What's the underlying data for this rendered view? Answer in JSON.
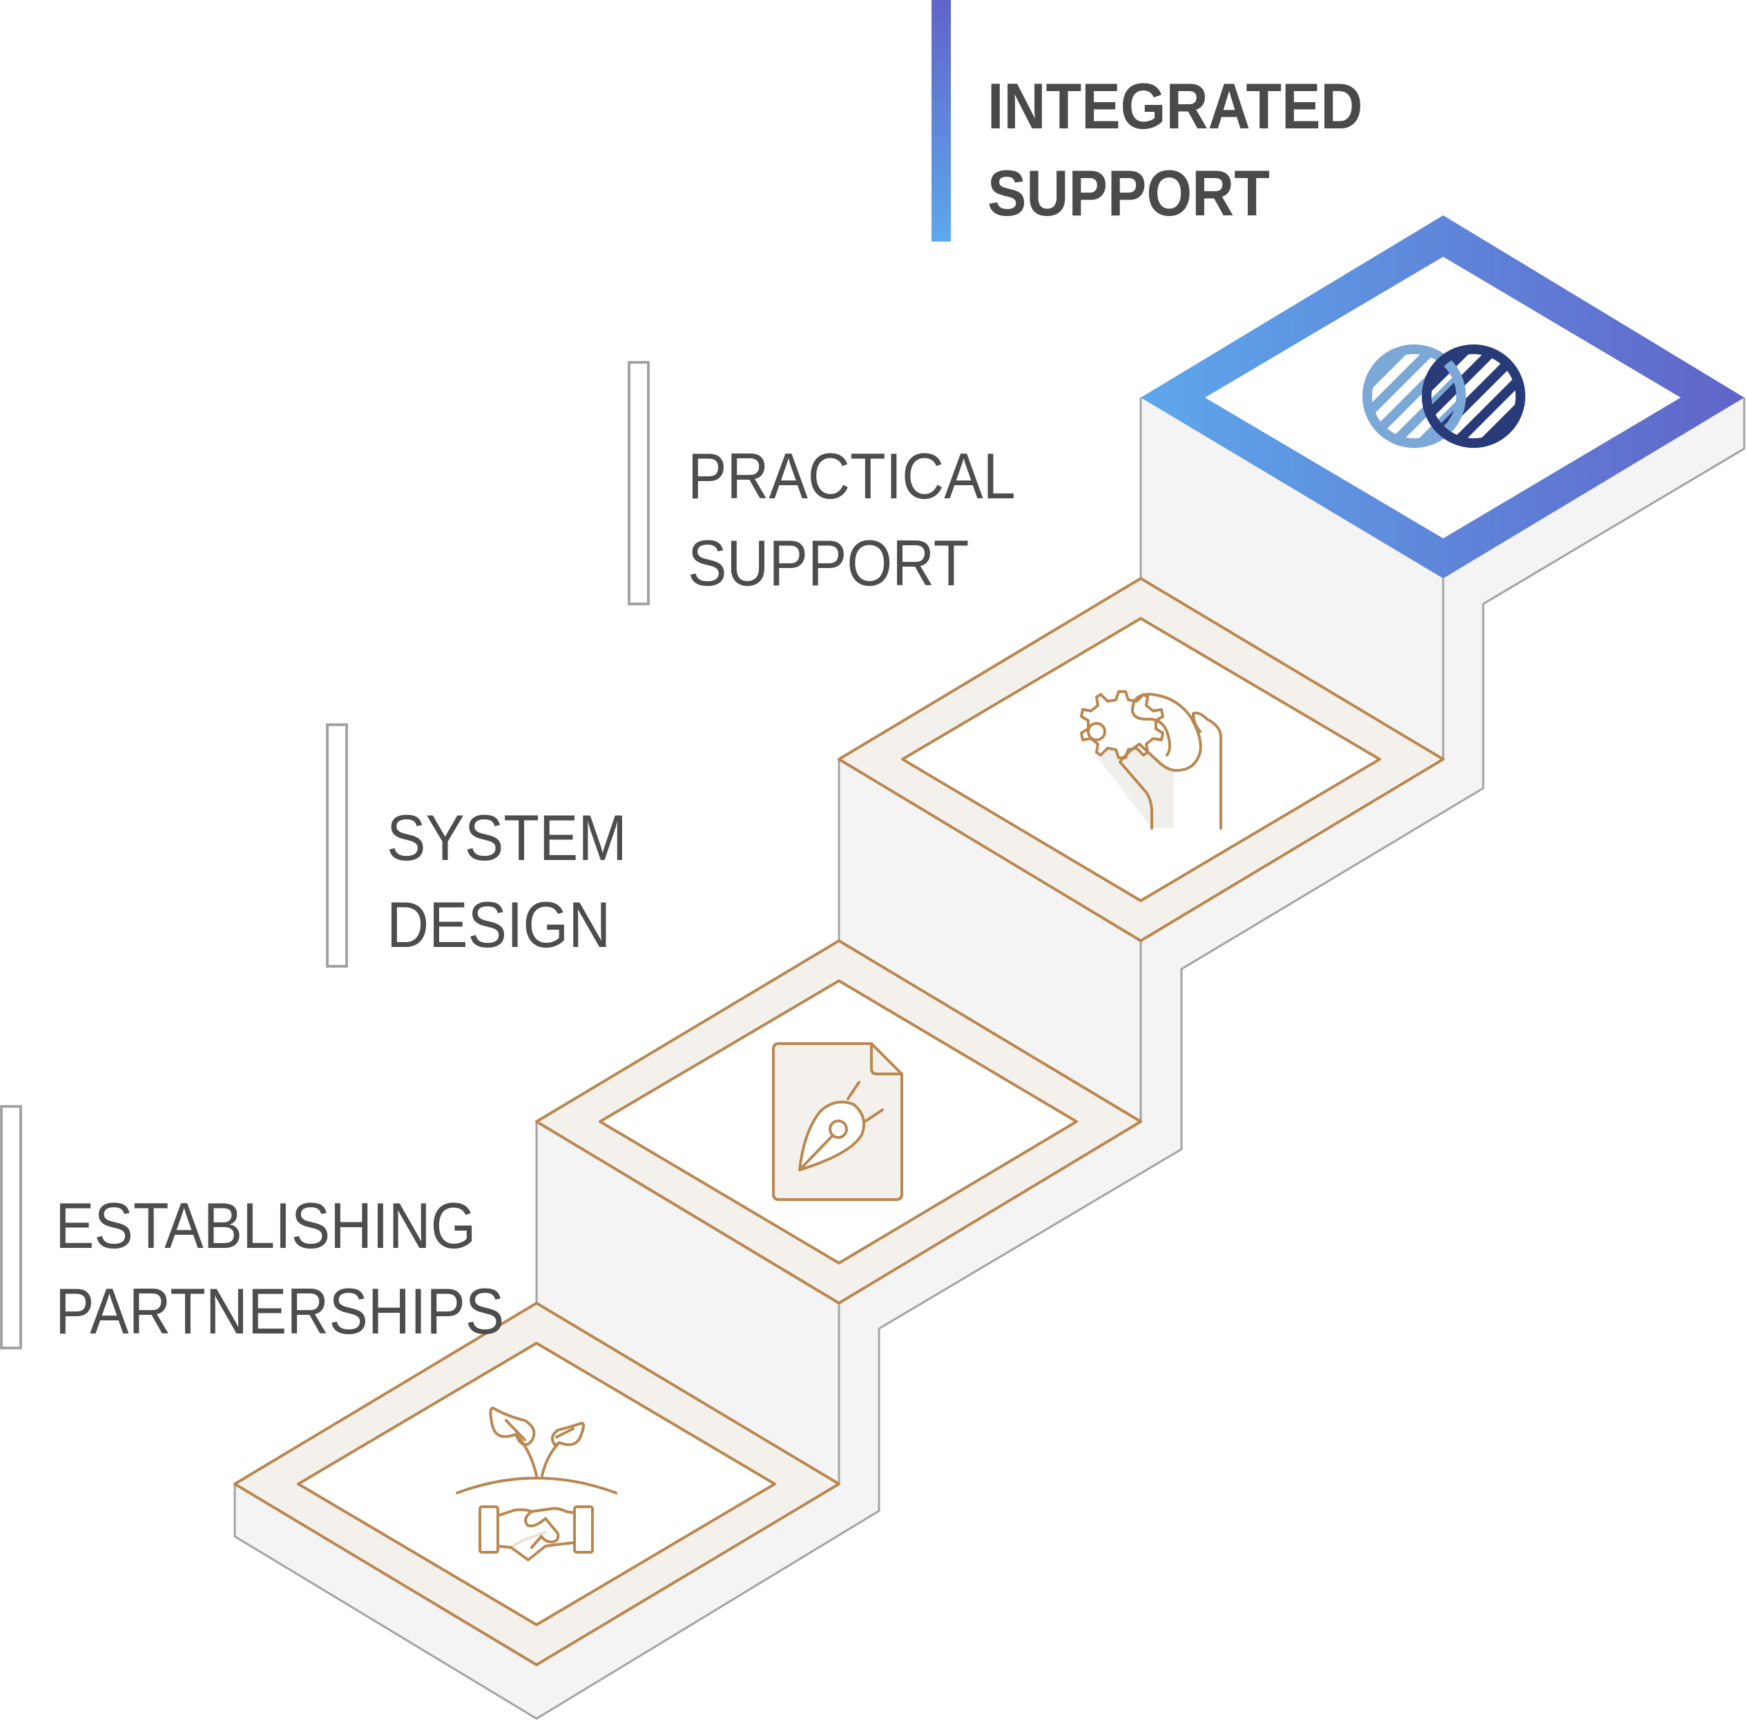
{
  "steps": [
    {
      "line1": "ESTABLISHING",
      "line2": "PARTNERSHIPS",
      "icon": "handshake-sprout-icon",
      "active": false
    },
    {
      "line1": "SYSTEM",
      "line2": "DESIGN",
      "icon": "pen-nib-document-icon",
      "active": false
    },
    {
      "line1": "PRACTICAL",
      "line2": "SUPPORT",
      "icon": "hand-gear-icon",
      "active": false
    },
    {
      "line1": "INTEGRATED",
      "line2": "SUPPORT",
      "icon": "overlapping-circles-icon",
      "active": true
    }
  ],
  "colors": {
    "accent_start": "#5ea8ec",
    "accent_end": "#6064c8",
    "tan": "#b9874f",
    "tan_fill": "#f4f1ec",
    "side_fill": "#f4f4f4",
    "outline_gray": "#a3a3a3",
    "text": "#4d4d4d",
    "icon_light": "#7ba8d6",
    "icon_dark": "#283a78"
  }
}
